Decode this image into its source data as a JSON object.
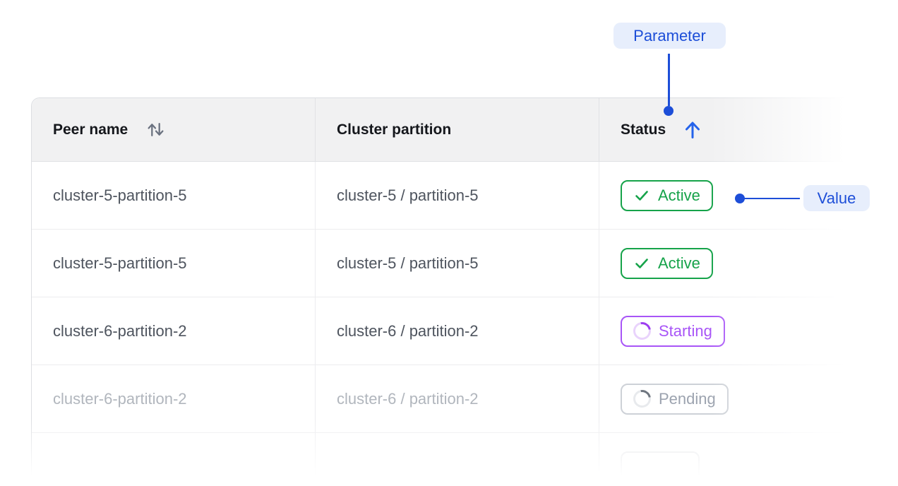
{
  "annotations": {
    "parameter_label": "Parameter",
    "value_label": "Value"
  },
  "colors": {
    "accent_blue": "#1d4ed8",
    "sort_arrow_blue": "#2563eb",
    "callout_pill_bg": "#e7eefc",
    "active_green": "#16a34a",
    "starting_purple": "#a855f7",
    "pending_gray": "#9ca3af",
    "header_bg": "#f1f1f2"
  },
  "table": {
    "columns": [
      {
        "label": "Peer name",
        "sort_icon": "sort-updown-icon"
      },
      {
        "label": "Cluster partition",
        "sort_icon": ""
      },
      {
        "label": "Status",
        "sort_icon": "sort-up-icon"
      }
    ],
    "rows": [
      {
        "peer": "cluster-5-partition-5",
        "partition": "cluster-5 / partition-5",
        "status": "Active",
        "status_kind": "active",
        "status_icon": "check-icon"
      },
      {
        "peer": "cluster-5-partition-5",
        "partition": "cluster-5 / partition-5",
        "status": "Active",
        "status_kind": "active",
        "status_icon": "check-icon"
      },
      {
        "peer": "cluster-6-partition-2",
        "partition": "cluster-6 / partition-2",
        "status": "Starting",
        "status_kind": "starting",
        "status_icon": "spinner-icon"
      },
      {
        "peer": "cluster-6-partition-2",
        "partition": "cluster-6 / partition-2",
        "status": "Pending",
        "status_kind": "pending",
        "status_icon": "spinner-icon"
      },
      {
        "peer": "",
        "partition": "",
        "status": "",
        "status_kind": "ghost",
        "status_icon": ""
      }
    ]
  }
}
